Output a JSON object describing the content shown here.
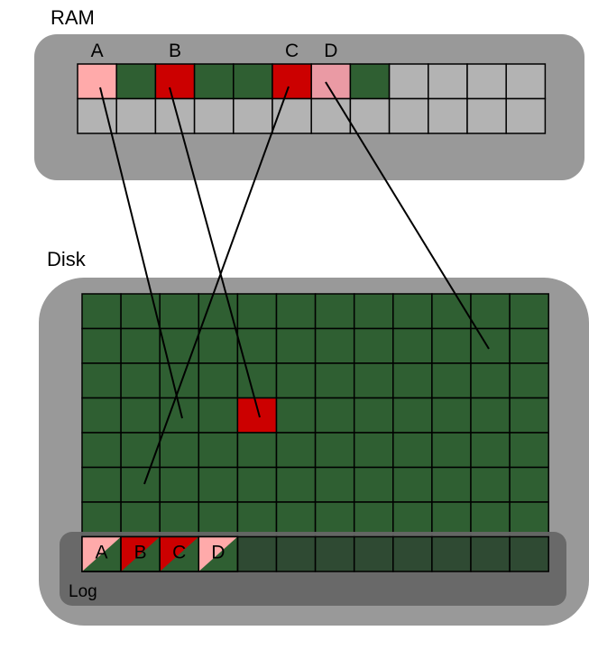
{
  "ram": {
    "title": "RAM",
    "top_row": [
      "A",
      "",
      "B",
      "",
      "",
      "C",
      "D",
      "",
      "",
      "",
      "",
      ""
    ],
    "top_row_state": [
      "light",
      "green",
      "red",
      "green",
      "green",
      "red",
      "pink",
      "green",
      "gray",
      "gray",
      "gray",
      "gray"
    ],
    "bottom_row_state": [
      "gray",
      "gray",
      "gray",
      "gray",
      "gray",
      "gray",
      "gray",
      "gray",
      "gray",
      "gray",
      "gray",
      "gray"
    ]
  },
  "disk": {
    "title": "Disk",
    "rows": 8,
    "cols": 12,
    "red_cell": {
      "row": 3,
      "col": 4
    }
  },
  "log": {
    "title": "Log",
    "entries": [
      "A",
      "B",
      "C",
      "D"
    ],
    "entry_colors": [
      "#ffaaaa",
      "#cc0000",
      "#cc0000",
      "#ffaaaa"
    ]
  },
  "colors": {
    "ram_panel": "#999999",
    "disk_panel": "#999999",
    "log_panel": "#666666",
    "green": "#2f5f32",
    "dark_green": "#2f4a33",
    "red": "#cc0000",
    "light_red": "#ffaaaa",
    "pink": "#ea9aa4",
    "gray_cell": "#b3b3b3"
  }
}
